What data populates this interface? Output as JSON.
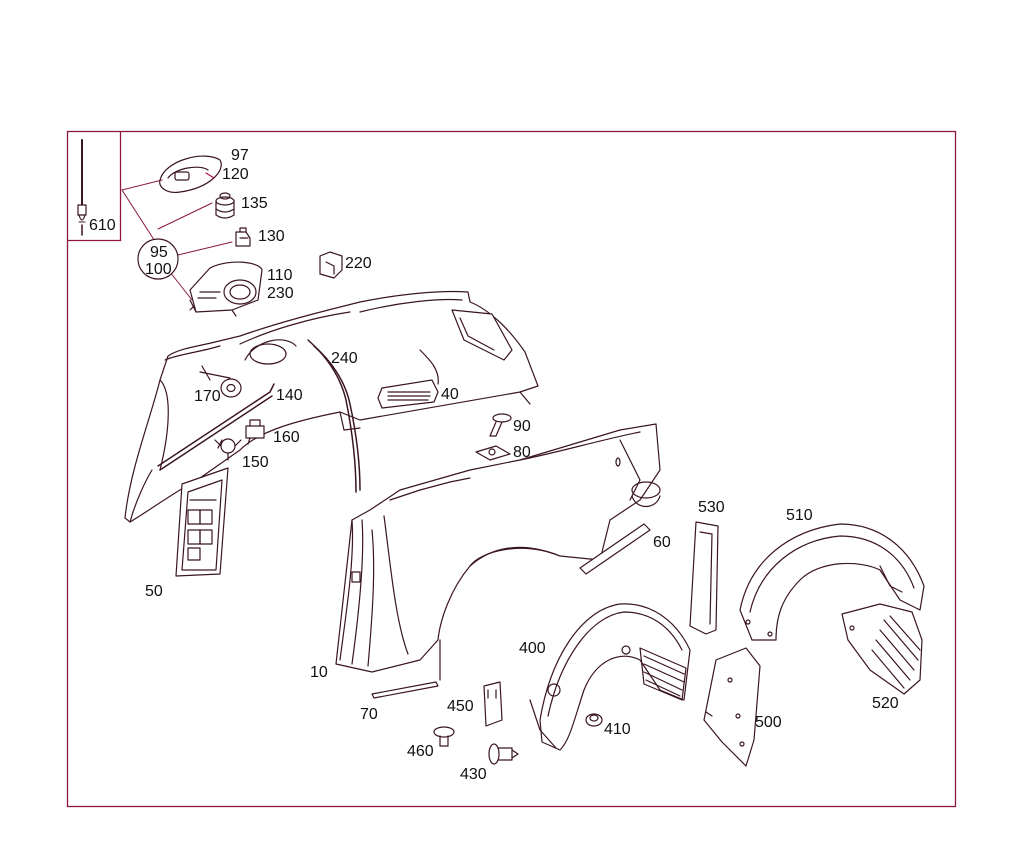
{
  "colors": {
    "frame": "#8b1a3a",
    "ink": "#3a1620",
    "accent": "#b0143c",
    "text": "#111111"
  },
  "labels": {
    "p610": "610",
    "p97": "97",
    "p120": "120",
    "p135": "135",
    "p130": "130",
    "p95": "95",
    "p100": "100",
    "p110": "110",
    "p230": "230",
    "p220": "220",
    "p240": "240",
    "p170": "170",
    "p140": "140",
    "p40": "40",
    "p90": "90",
    "p80": "80",
    "p160": "160",
    "p150": "150",
    "p50": "50",
    "p530": "530",
    "p510": "510",
    "p60": "60",
    "p400": "400",
    "p10": "10",
    "p450": "450",
    "p70": "70",
    "p410": "410",
    "p500": "500",
    "p520": "520",
    "p460": "460",
    "p430": "430"
  }
}
